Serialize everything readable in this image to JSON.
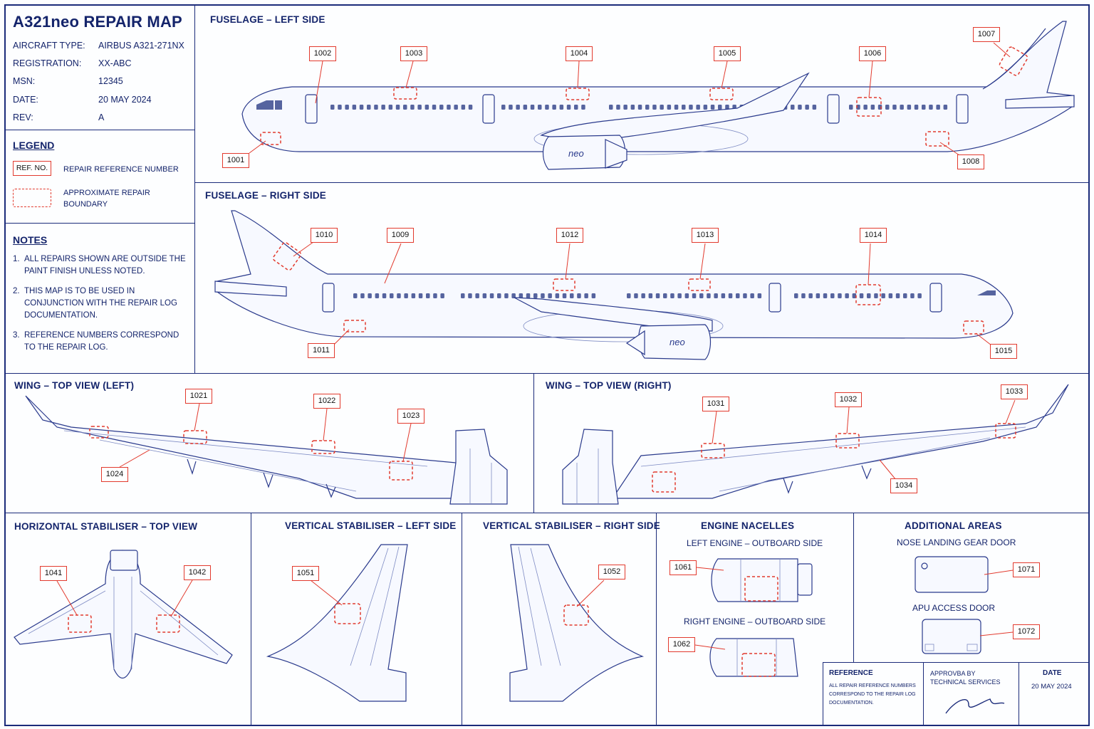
{
  "header": {
    "title": "A321neo REPAIR MAP",
    "aircraft_type_label": "AIRCRAFT TYPE:",
    "aircraft_type": "AIRBUS A321-271NX",
    "registration_label": "REGISTRATION:",
    "registration": "XX-ABC",
    "msn_label": "MSN:",
    "msn": "12345",
    "date_label": "DATE:",
    "date": "20 MAY 2024",
    "rev_label": "REV:",
    "rev": "A"
  },
  "legend": {
    "title": "LEGEND",
    "ref_box": "REF. NO.",
    "ref_desc": "REPAIR REFERENCE NUMBER",
    "boundary_desc_1": "APPROXIMATE REPAIR",
    "boundary_desc_2": "BOUNDARY"
  },
  "notes": {
    "title": "NOTES",
    "items": [
      {
        "n": "1.",
        "text": "ALL REPAIRS SHOWN ARE OUTSIDE THE PAINT FINISH UNLESS NOTED."
      },
      {
        "n": "2.",
        "text": "THIS MAP IS TO BE USED IN CONJUNCTION WITH THE REPAIR LOG DOCUMENTATION."
      },
      {
        "n": "3.",
        "text": "REFERENCE NUMBERS CORRESPOND TO THE REPAIR LOG."
      }
    ]
  },
  "panels": {
    "fus_left": "FUSELAGE – LEFT SIDE",
    "fus_right": "FUSELAGE – RIGHT SIDE",
    "wing_left": "WING – TOP VIEW (LEFT)",
    "wing_right": "WING – TOP VIEW (RIGHT)",
    "hstab": "HORIZONTAL STABILISER – TOP VIEW",
    "vstab_left": "VERTICAL STABILISER – LEFT SIDE",
    "vstab_right": "VERTICAL STABILISER – RIGHT SIDE",
    "nacelles": "ENGINE NACELLES",
    "left_engine": "LEFT ENGINE – OUTBOARD SIDE",
    "right_engine": "RIGHT ENGINE – OUTBOARD SIDE",
    "additional": "ADDITIONAL AREAS",
    "nose_gear_door": "NOSE LANDING GEAR DOOR",
    "apu_door": "APU ACCESS DOOR",
    "engine_badge": "neo"
  },
  "tags": {
    "t1001": "1001",
    "t1002": "1002",
    "t1003": "1003",
    "t1004": "1004",
    "t1005": "1005",
    "t1006": "1006",
    "t1007": "1007",
    "t1008": "1008",
    "t1009": "1009",
    "t1010": "1010",
    "t1011": "1011",
    "t1012": "1012",
    "t1013": "1013",
    "t1014": "1014",
    "t1015": "1015",
    "t1021": "1021",
    "t1022": "1022",
    "t1023": "1023",
    "t1024": "1024",
    "t1031": "1031",
    "t1032": "1032",
    "t1033": "1033",
    "t1034": "1034",
    "t1041": "1041",
    "t1042": "1042",
    "t1051": "1051",
    "t1052": "1052",
    "t1061": "1061",
    "t1062": "1062",
    "t1071": "1071",
    "t1072": "1072"
  },
  "title_block": {
    "reference_label": "REFERENCE",
    "reference_text": "ALL REPAIR REFERENCE NUMBERS CORRESPOND TO THE REPAIR LOG DOCUMENTATION.",
    "approved_label_1": "APPROVBA BY",
    "approved_label_2": "TECHNICAL SERVICES",
    "date_label": "DATE",
    "date": "20 MAY 2024"
  },
  "colors": {
    "line": "#1b2b7a",
    "repair": "#e23a2e",
    "paper": "#fdfeff"
  }
}
